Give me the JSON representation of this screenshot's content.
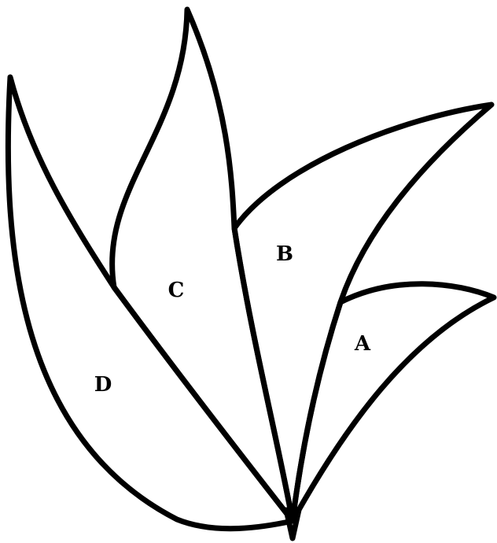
{
  "diagram": {
    "labels": {
      "a": "A",
      "b": "B",
      "c": "C",
      "d": "D"
    },
    "colors": {
      "outline": "#000000",
      "background": "#ffffff"
    }
  }
}
